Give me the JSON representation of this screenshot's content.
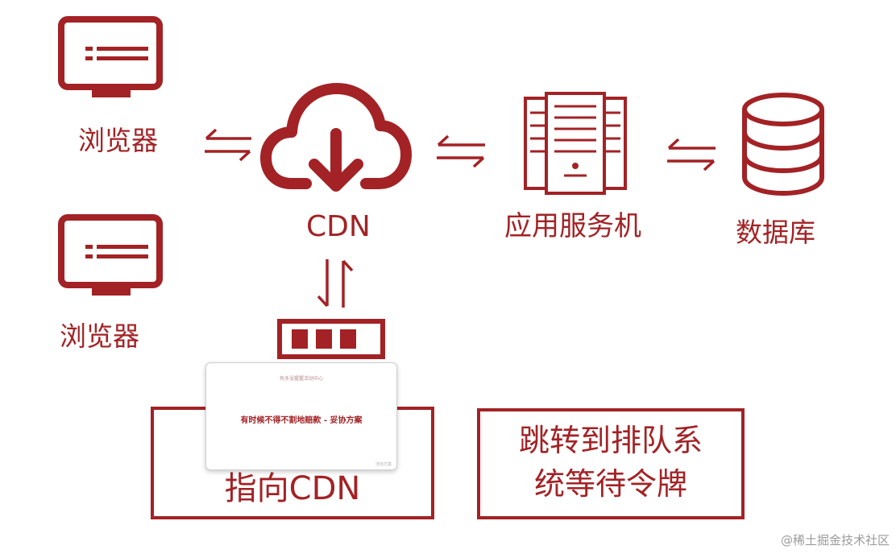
{
  "nodes": {
    "browser_top": {
      "label": "浏览器",
      "icon": "monitor-icon"
    },
    "browser_bottom": {
      "label": "浏览器",
      "icon": "monitor-icon"
    },
    "cdn": {
      "label": "CDN",
      "icon": "cloud-download-icon"
    },
    "app_server": {
      "label": "应用服务机",
      "icon": "server-rack-icon"
    },
    "database": {
      "label": "数据库",
      "icon": "database-icon"
    },
    "token_bucket": {
      "icon": "token-bucket-icon"
    }
  },
  "boxes": {
    "point_to_cdn": {
      "label": "指向CDN"
    },
    "queue_system": {
      "line1": "跳转到排队系",
      "line2": "统等待令牌"
    }
  },
  "thumbnail": {
    "header": "有多没握握活动中心",
    "title": "有时候不得不割地赔款 - 妥协方案",
    "footer": "活动方案"
  },
  "watermark": "@稀土掘金技术社区",
  "colors": {
    "accent": "#a32225",
    "background": "#ffffff"
  }
}
